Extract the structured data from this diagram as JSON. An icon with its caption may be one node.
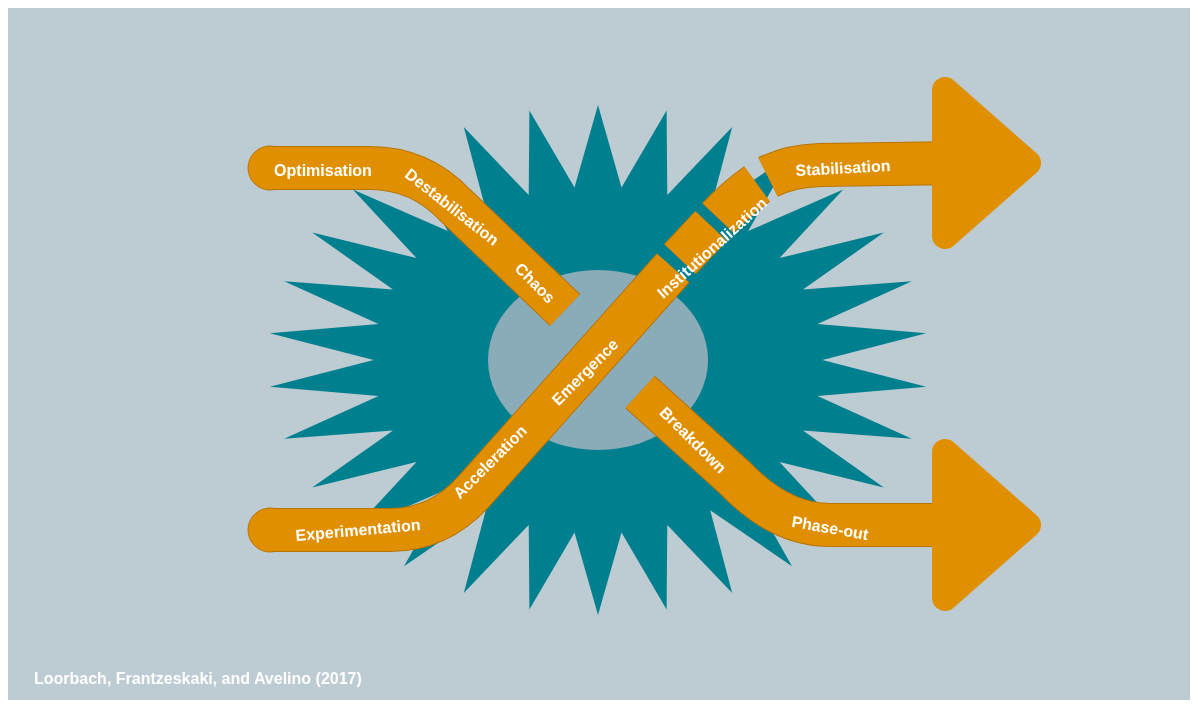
{
  "diagram": {
    "caption": "Loorbach, Frantzeskaki, and Avelino (2017)",
    "labels": [
      "Optimisation",
      "Destabilisation",
      "Chaos",
      "Institutionalization",
      "Stabilisation",
      "Emergence",
      "Acceleration",
      "Breakdown",
      "Experimentation",
      "Phase-out"
    ]
  }
}
